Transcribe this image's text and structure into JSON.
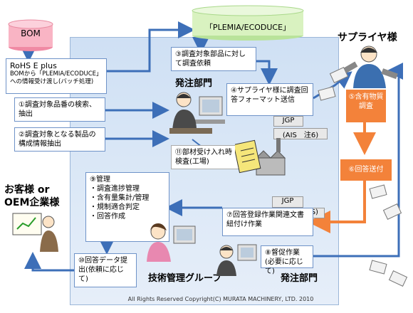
{
  "bom": "BOM",
  "plemia": "「PLEMIA/ECODUCE」",
  "rohs": {
    "title": "RoHS E plus",
    "desc": "BOMから「PLEMIA/ECODUCE」への情報受け渡し(バッチ処理)"
  },
  "suppliers_title": "サプライヤ様",
  "customer_title": "お客様 or OEM企業様",
  "purchasing1": "発注部門",
  "purchasing2": "発注部門",
  "tech_group": "技術管理グループ",
  "copyright": "All Rights Reserved Copyright(C) MURATA MACHINERY, LTD. 2010",
  "steps": {
    "s1": "①調査対象品番の検索、抽出",
    "s2": "②調査対象となる製品の構成情報抽出",
    "s3": "③調査対象部品に対して調査依頼",
    "s4": "④サプライヤ様に調査回答フォーマット送信",
    "s5": "⑤含有物質調査",
    "s6": "⑥回答送付",
    "s7": "⑦回答登録作業関連文書紐付け作業",
    "s8": "⑧督促作業(必要に応じて)",
    "s9_title": "⑨管理",
    "s9_items": [
      "・調査進捗管理",
      "・含有量集計/管理",
      "・規制適合判定",
      "・回答作成"
    ],
    "s10": "⑩回答データ提出(依頼に応じて)",
    "s11": "⑪部材受け入れ時検査(工場)"
  },
  "jgp1": "JGP",
  "ais1": "(AIS　注6)",
  "jgp2": "JGP",
  "ais2": "(AIS)",
  "colors": {
    "panel": "#d6e4f5",
    "box_border": "#6f93c8",
    "arrow": "#3d6fb8",
    "orange": "#f3823a",
    "cylinder_pink": "#f9b4c4",
    "cylinder_green": "#d9f2c0"
  }
}
